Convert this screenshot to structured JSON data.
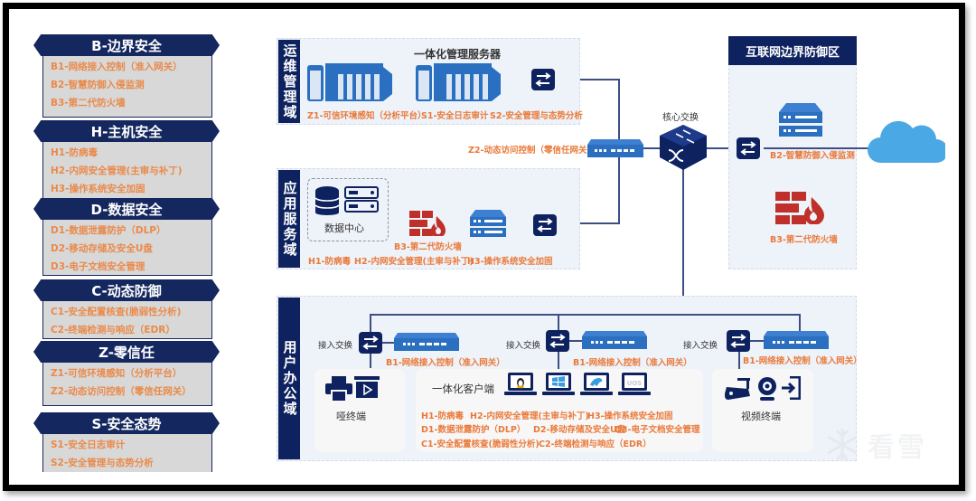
{
  "categories": [
    {
      "title": "B-边界安全",
      "items": [
        "B1-网络接入控制（准入网关）",
        "B2-智慧防御入侵监测",
        "B3-第二代防火墙"
      ]
    },
    {
      "title": "H-主机安全",
      "items": [
        "H1-防病毒",
        "H2-内网安全管理(主审与补丁)",
        "H3-操作系统安全加固"
      ]
    },
    {
      "title": "D-数据安全",
      "items": [
        "D1-数据泄露防护（DLP）",
        "D2-移动存储及安全U盘",
        "D3-电子文档安全管理"
      ]
    },
    {
      "title": "C-动态防御",
      "items": [
        "C1-安全配置核查(脆弱性分析)",
        "C2-终端检测与响应（EDR）"
      ]
    },
    {
      "title": "Z-零信任",
      "items": [
        "Z1-可信环境感知（分析平台）",
        "Z2-动态访问控制（零信任网关）"
      ]
    },
    {
      "title": "S-安全态势",
      "items": [
        "S1-安全日志审计",
        "S2-安全管理与态势分析"
      ]
    }
  ],
  "ops_zone": {
    "label": "运维管理域",
    "server_title": "一体化管理服务器",
    "labels": [
      "Z1-可信环境感知（分析平台）",
      "S1-安全日志审计",
      "S2-安全管理与态势分析"
    ],
    "gateway_label": "Z2-动态访问控制（零信任网关）"
  },
  "app_zone": {
    "label": "应用服务域",
    "datacenter": "数据中心",
    "firewall_label": "B3-第二代防火墙",
    "labels": [
      "H1-防病毒",
      "H2-内网安全管理(主审与补丁)",
      "H3-操作系统安全加固"
    ]
  },
  "core_switch_label": "核心交换",
  "internet_zone": {
    "title": "互联网边界防御区",
    "ips_label": "B2-智慧防御入侵监测",
    "firewall_label": "B3-第二代防火墙"
  },
  "user_zone": {
    "label": "用户办公域",
    "access_switch_label": "接入交换",
    "nac_label": "B1-网络接入控制（准入网关）",
    "dumb_terminal": "哑终端",
    "client_title": "一体化客户端",
    "client_lines": [
      [
        "H1-防病毒",
        "H2-内网安全管理(主审与补丁)",
        "H3-操作系统安全加固"
      ],
      [
        "D1-数据泄露防护（DLP）",
        "D2-移动存储及安全U盘",
        "D3-电子文档安全管理"
      ],
      [
        "C1-安全配置核查(脆弱性分析)",
        "C2-终端检测与响应（EDR）"
      ]
    ],
    "os_labels": [
      "Linux",
      "Windows",
      "Kylin",
      "UOS"
    ],
    "video_terminal": "视频终端"
  },
  "watermark": "看雪",
  "colors": {
    "navy": "#0e2260",
    "accent": "#ea7a3a",
    "device_blue": "#2a6fc0",
    "firewall_red": "#c0302a",
    "cloud": "#4aa8e4"
  }
}
